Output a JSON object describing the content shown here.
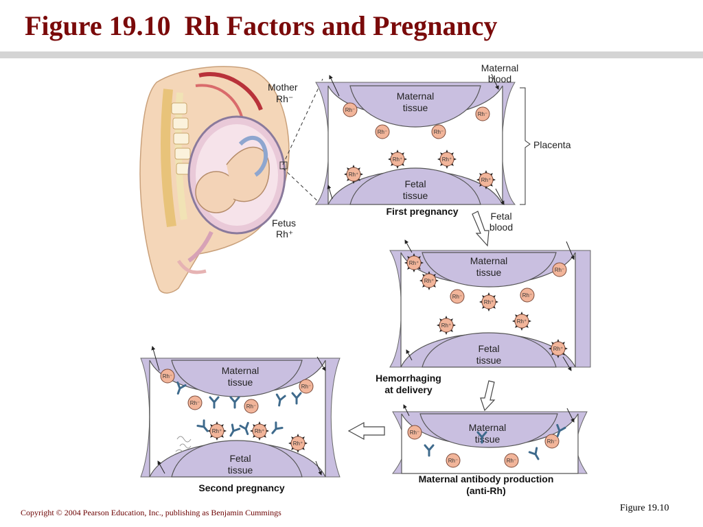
{
  "title": "Figure 19.10  Rh Factors and Pregnancy",
  "copyright": "Copyright © 2004 Pearson Education, Inc., publishing as Benjamin Cummings",
  "figure_ref": "Figure 19.10",
  "labels": {
    "mother": "Mother",
    "mother_rh": "Rh⁻",
    "fetus": "Fetus",
    "fetus_rh": "Rh⁺",
    "maternal_blood_1": "Maternal",
    "maternal_blood_2": "blood",
    "placenta": "Placenta",
    "fetal_blood_1": "Fetal",
    "fetal_blood_2": "blood"
  },
  "tissue": {
    "maternal_1": "Maternal",
    "maternal_2": "tissue",
    "fetal_1": "Fetal",
    "fetal_2": "tissue"
  },
  "cells": {
    "neg": "Rh⁻",
    "pos": "Rh⁺"
  },
  "captions": {
    "first": "First pregnancy",
    "hemorrhage_1": "Hemorrhaging",
    "hemorrhage_2": "at delivery",
    "antibody_1": "Maternal antibody production",
    "antibody_2": "(anti-Rh)",
    "second": "Second pregnancy"
  },
  "colors": {
    "title": "#7a0a0a",
    "tissue": "#c9bfe0",
    "cell_neg": "#f2b59a",
    "antibody": "#3e6a8c"
  }
}
